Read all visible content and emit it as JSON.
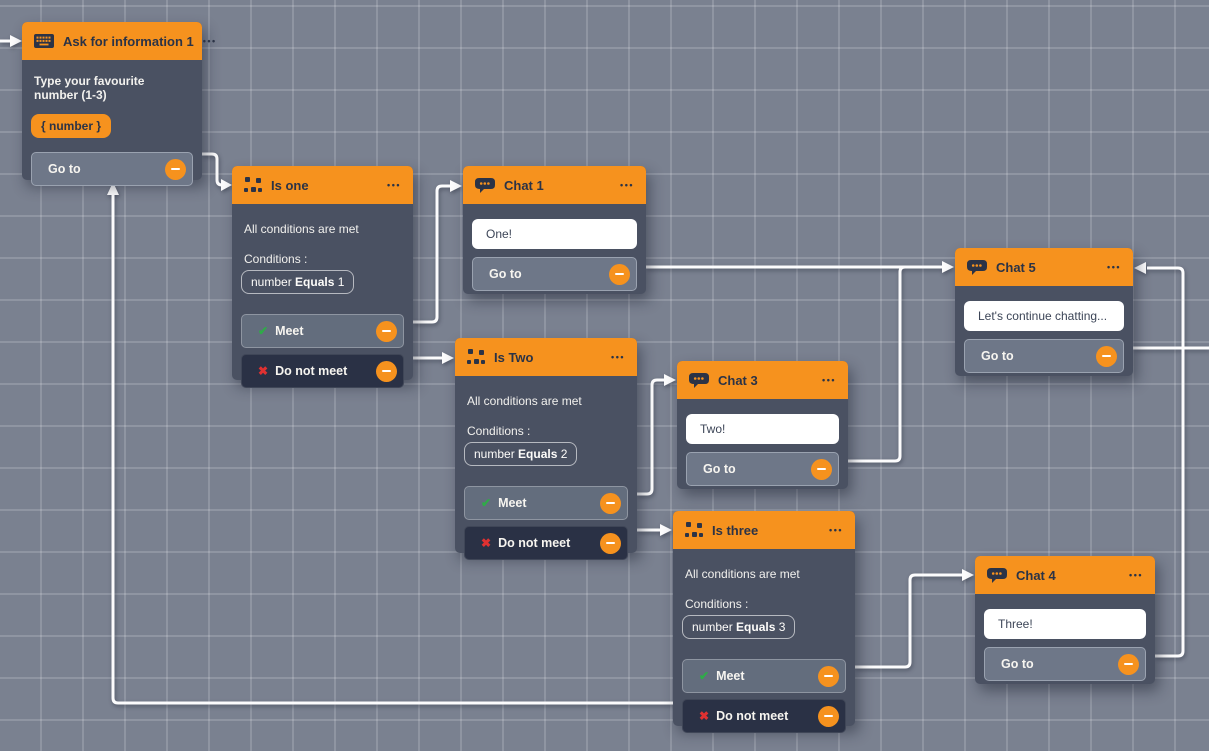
{
  "icons": {
    "menu": "•••",
    "check": "✔",
    "cross": "✖"
  },
  "colors": {
    "canvas_bg": "#7a8190",
    "grid_line": "#9aa1b0",
    "node_body": "#4a5162",
    "node_header": "#f6921e",
    "header_text": "#2b3346",
    "connector": "#fcfcfd",
    "minus_button": "#f6921e",
    "meet_check": "#2fab48",
    "not_meet_x": "#e03131",
    "do_not_meet_bg": "#2a3145",
    "card_bg": "#ffffff"
  },
  "nodes": {
    "ask1": {
      "title": "Ask for information 1",
      "question": "Type your favourite number (1-3)",
      "variable": "{ number }",
      "goto_label": "Go to"
    },
    "is_one": {
      "title": "Is one",
      "summary": "All conditions are met",
      "conditions_label": "Conditions :",
      "condition": {
        "var": "number",
        "op": "Equals",
        "value": "1"
      },
      "meet_label": "Meet",
      "not_meet_label": "Do not meet"
    },
    "chat1": {
      "title": "Chat 1",
      "message": "One!",
      "goto_label": "Go to"
    },
    "is_two": {
      "title": "Is Two",
      "summary": "All conditions are met",
      "conditions_label": "Conditions :",
      "condition": {
        "var": "number",
        "op": "Equals",
        "value": "2"
      },
      "meet_label": "Meet",
      "not_meet_label": "Do not meet"
    },
    "chat3": {
      "title": "Chat 3",
      "message": "Two!",
      "goto_label": "Go to"
    },
    "is_three": {
      "title": "Is three",
      "summary": "All conditions are met",
      "conditions_label": "Conditions :",
      "condition": {
        "var": "number",
        "op": "Equals",
        "value": "3"
      },
      "meet_label": "Meet",
      "not_meet_label": "Do not meet"
    },
    "chat5": {
      "title": "Chat 5",
      "message": "Let's continue chatting...",
      "goto_label": "Go to"
    },
    "chat4": {
      "title": "Chat 4",
      "message": "Three!",
      "goto_label": "Go to"
    }
  },
  "connections": [
    {
      "from": "offscreen-left",
      "to": "Ask for information 1 (header)"
    },
    {
      "from": "Ask for information 1 / Go to",
      "to": "Is one (header)"
    },
    {
      "from": "Is one / Meet",
      "to": "Chat 1 (header)"
    },
    {
      "from": "Is one / Do not meet",
      "to": "Is Two (header)"
    },
    {
      "from": "Chat 1 / Go to",
      "to": "Chat 5 (header left)"
    },
    {
      "from": "Chat 3 / Go to",
      "to": "Chat 5 (header left)"
    },
    {
      "from": "Is Two / Meet",
      "to": "Chat 3 (header)"
    },
    {
      "from": "Is Two / Do not meet",
      "to": "Is three (header)"
    },
    {
      "from": "Is three / Meet",
      "to": "Chat 4 (header)"
    },
    {
      "from": "Is three / Do not meet",
      "to": "Ask for information 1 (bottom)"
    },
    {
      "from": "Chat 4 / Go to",
      "to": "Chat 5 (header right)"
    },
    {
      "from": "Chat 5 / Go to",
      "to": "offscreen-right"
    }
  ]
}
